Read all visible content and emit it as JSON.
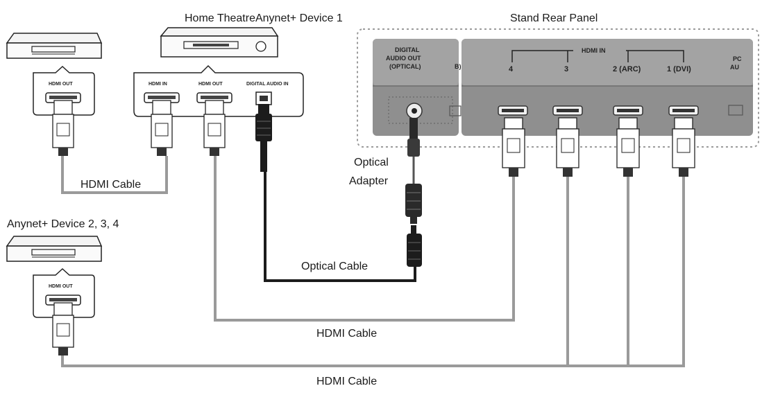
{
  "labels": {
    "home_theatre_title": "Home TheatreAnynet+ Device 1",
    "stand_rear_title": "Stand Rear Panel",
    "device234_title": "Anynet+ Device 2, 3, 4",
    "hdmi_cable_1": "HDMI Cable",
    "hdmi_cable_2": "HDMI Cable",
    "hdmi_cable_3": "HDMI Cable",
    "optical_adapter_line1": "Optical",
    "optical_adapter_line2": "Adapter",
    "optical_cable": "Optical Cable"
  },
  "device1_port": {
    "label": "HDMI OUT"
  },
  "device2_port": {
    "label": "HDMI OUT"
  },
  "home_theatre_ports": {
    "hdmi_in": "HDMI IN",
    "hdmi_out": "HDMI OUT",
    "digital_audio_in": "DIGITAL AUDIO IN"
  },
  "stand_panel": {
    "digital_out_line1": "DIGITAL",
    "digital_out_line2": "AUDIO OUT",
    "digital_out_line3": "(OPTICAL)",
    "hdmi_in_header": "HDMI IN",
    "port_4": "4",
    "port_3": "3",
    "port_2": "2 (ARC)",
    "port_1": "1 (DVI)",
    "pc_line1": "PC",
    "pc_line2": "AU",
    "cut_label": "B)"
  },
  "colors": {
    "panel_gray": "#8f8f8f",
    "panel_dark": "#7a7a7a",
    "cable_gray": "#9a9a9a",
    "optical_black": "#1c1c1c",
    "dotted_border": "#9a9a9a"
  }
}
